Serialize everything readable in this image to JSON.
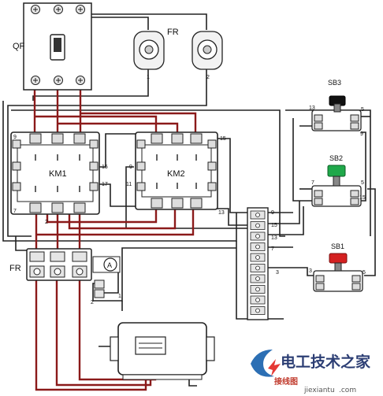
{
  "labels": {
    "qf": "QF",
    "fr_top": "FR",
    "fr_top_t1": "1",
    "fr_top_t2": "2",
    "sb3": "SB3",
    "sb2": "SB2",
    "sb1": "SB1",
    "km1": "KM1",
    "km2": "KM2",
    "fr_lower": "FR",
    "ammeter": "A",
    "km1_t9": "9",
    "km1_t7": "7",
    "km1_t2": "2",
    "km1_t15": "15",
    "km1_t17": "17",
    "km2_t9": "9",
    "km2_t11": "11",
    "km2_t15": "15",
    "km2_t13": "13",
    "tb_9": "9",
    "tb_15": "15",
    "tb_13": "13",
    "tb_7": "7",
    "tb_3": "3",
    "sb3_t13": "13",
    "sb3_t5": "5",
    "sb3_t9": "9",
    "sb2_t7": "7",
    "sb2_t5": "5",
    "sb2_t15": "15",
    "sb1_t3": "3",
    "sb1_t5": "5",
    "fr_low_t1": "1",
    "fr_low_t2": "2"
  },
  "watermark": {
    "main": "电工技术之家",
    "sub": "接线图",
    "url": "jiexiantu",
    "url_suffix": ".com"
  },
  "colors": {
    "wire_black": "#222222",
    "wire_red": "#8b1a1a",
    "body_gray": "#d9d9d9",
    "button_black": "#111111",
    "button_green": "#1fa84a",
    "button_red": "#d42020"
  }
}
